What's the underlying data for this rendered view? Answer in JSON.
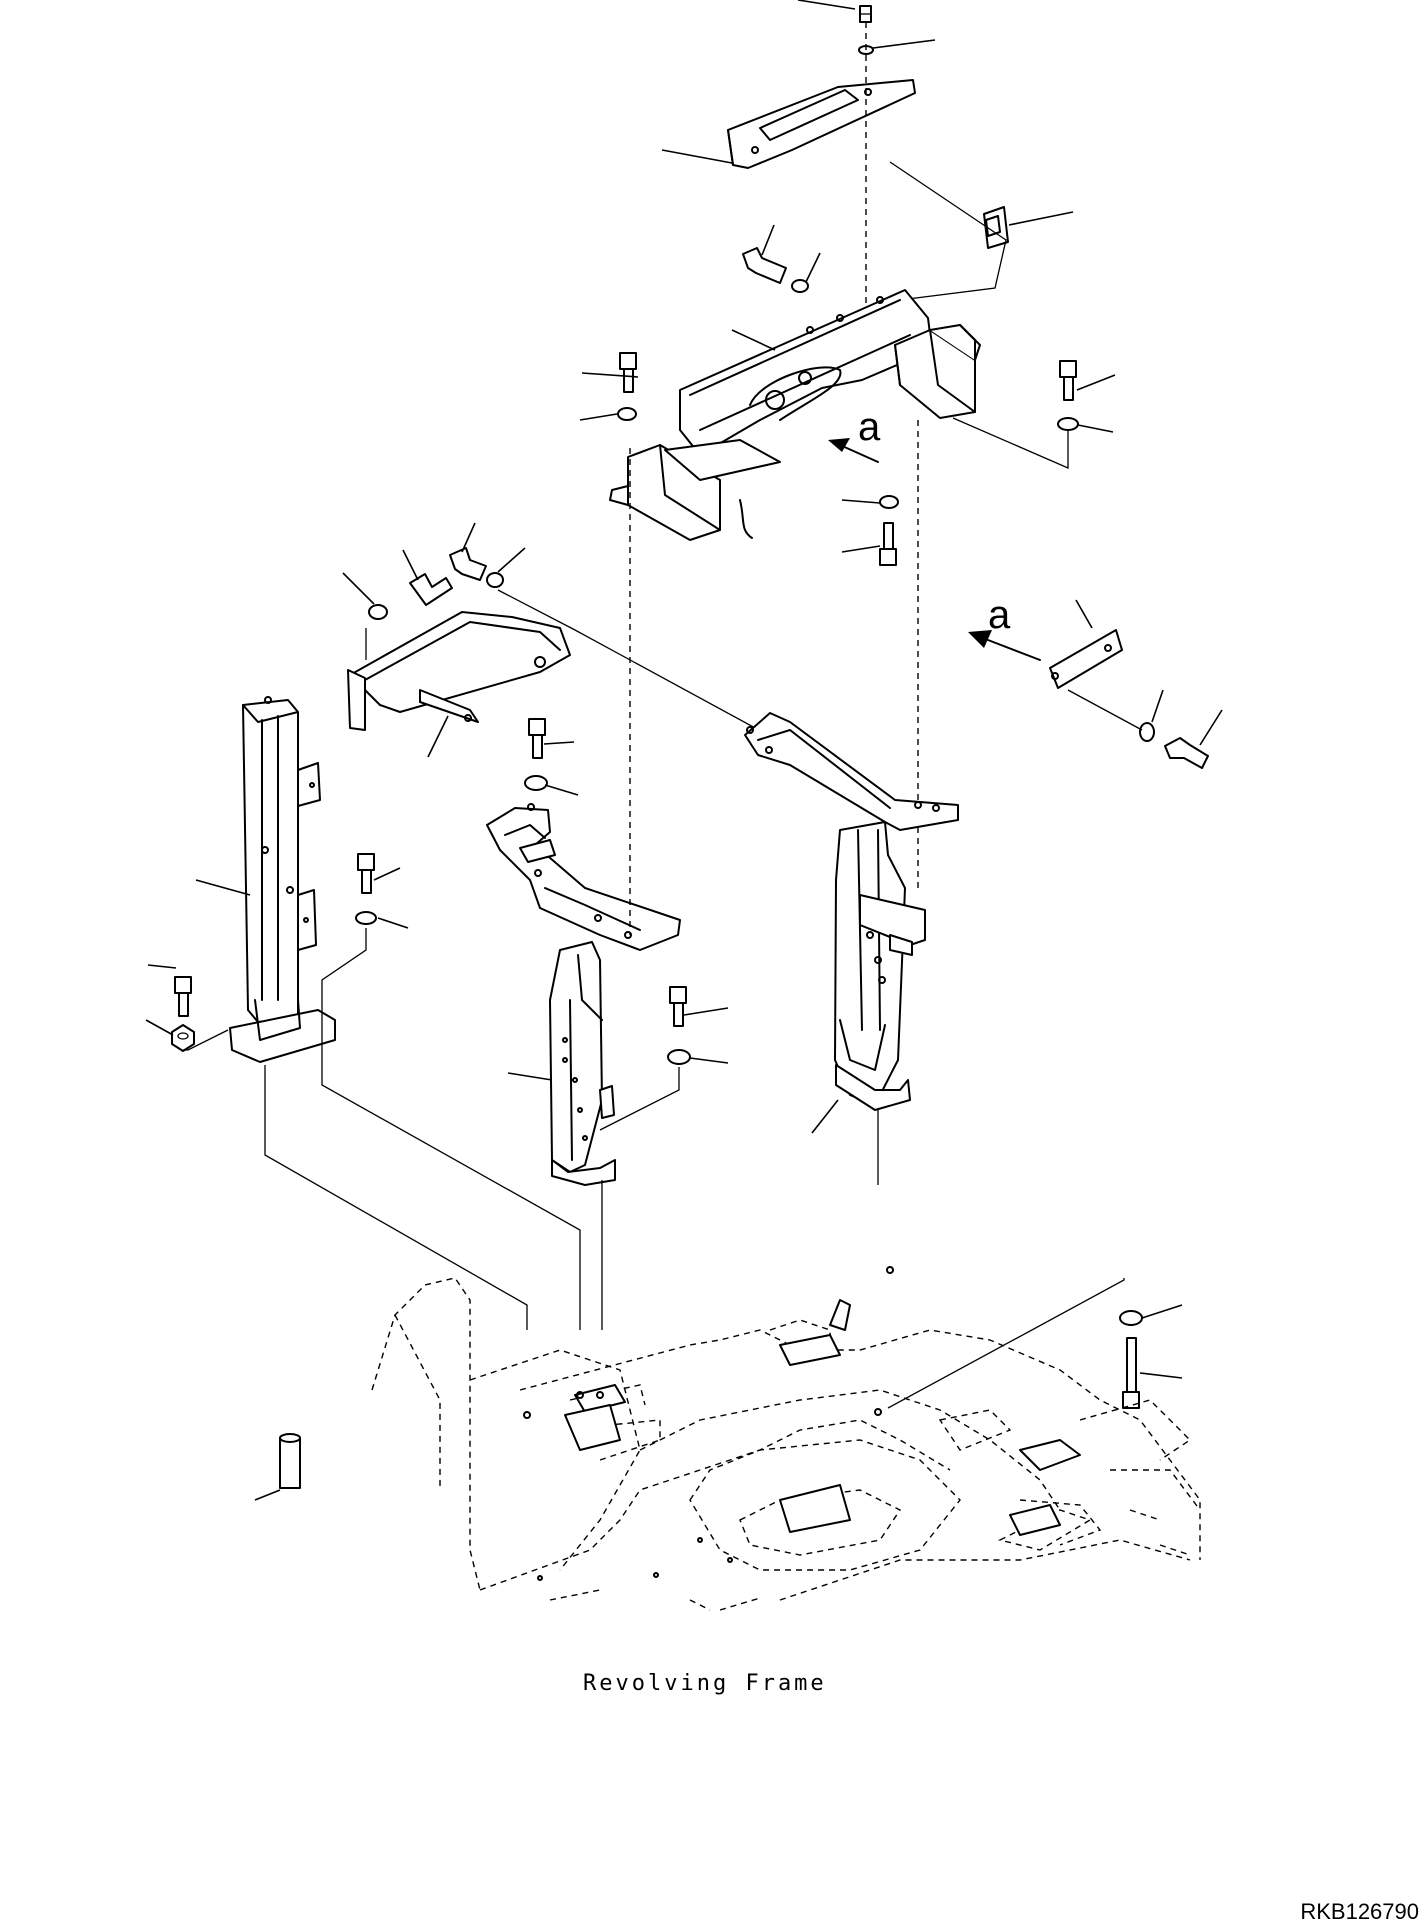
{
  "caption": "Revolving Frame",
  "drawing_id": "RKB126790",
  "view_marker": "a",
  "icons": [
    "bolt-icon",
    "washer-icon",
    "nut-icon",
    "arrow-icon"
  ]
}
